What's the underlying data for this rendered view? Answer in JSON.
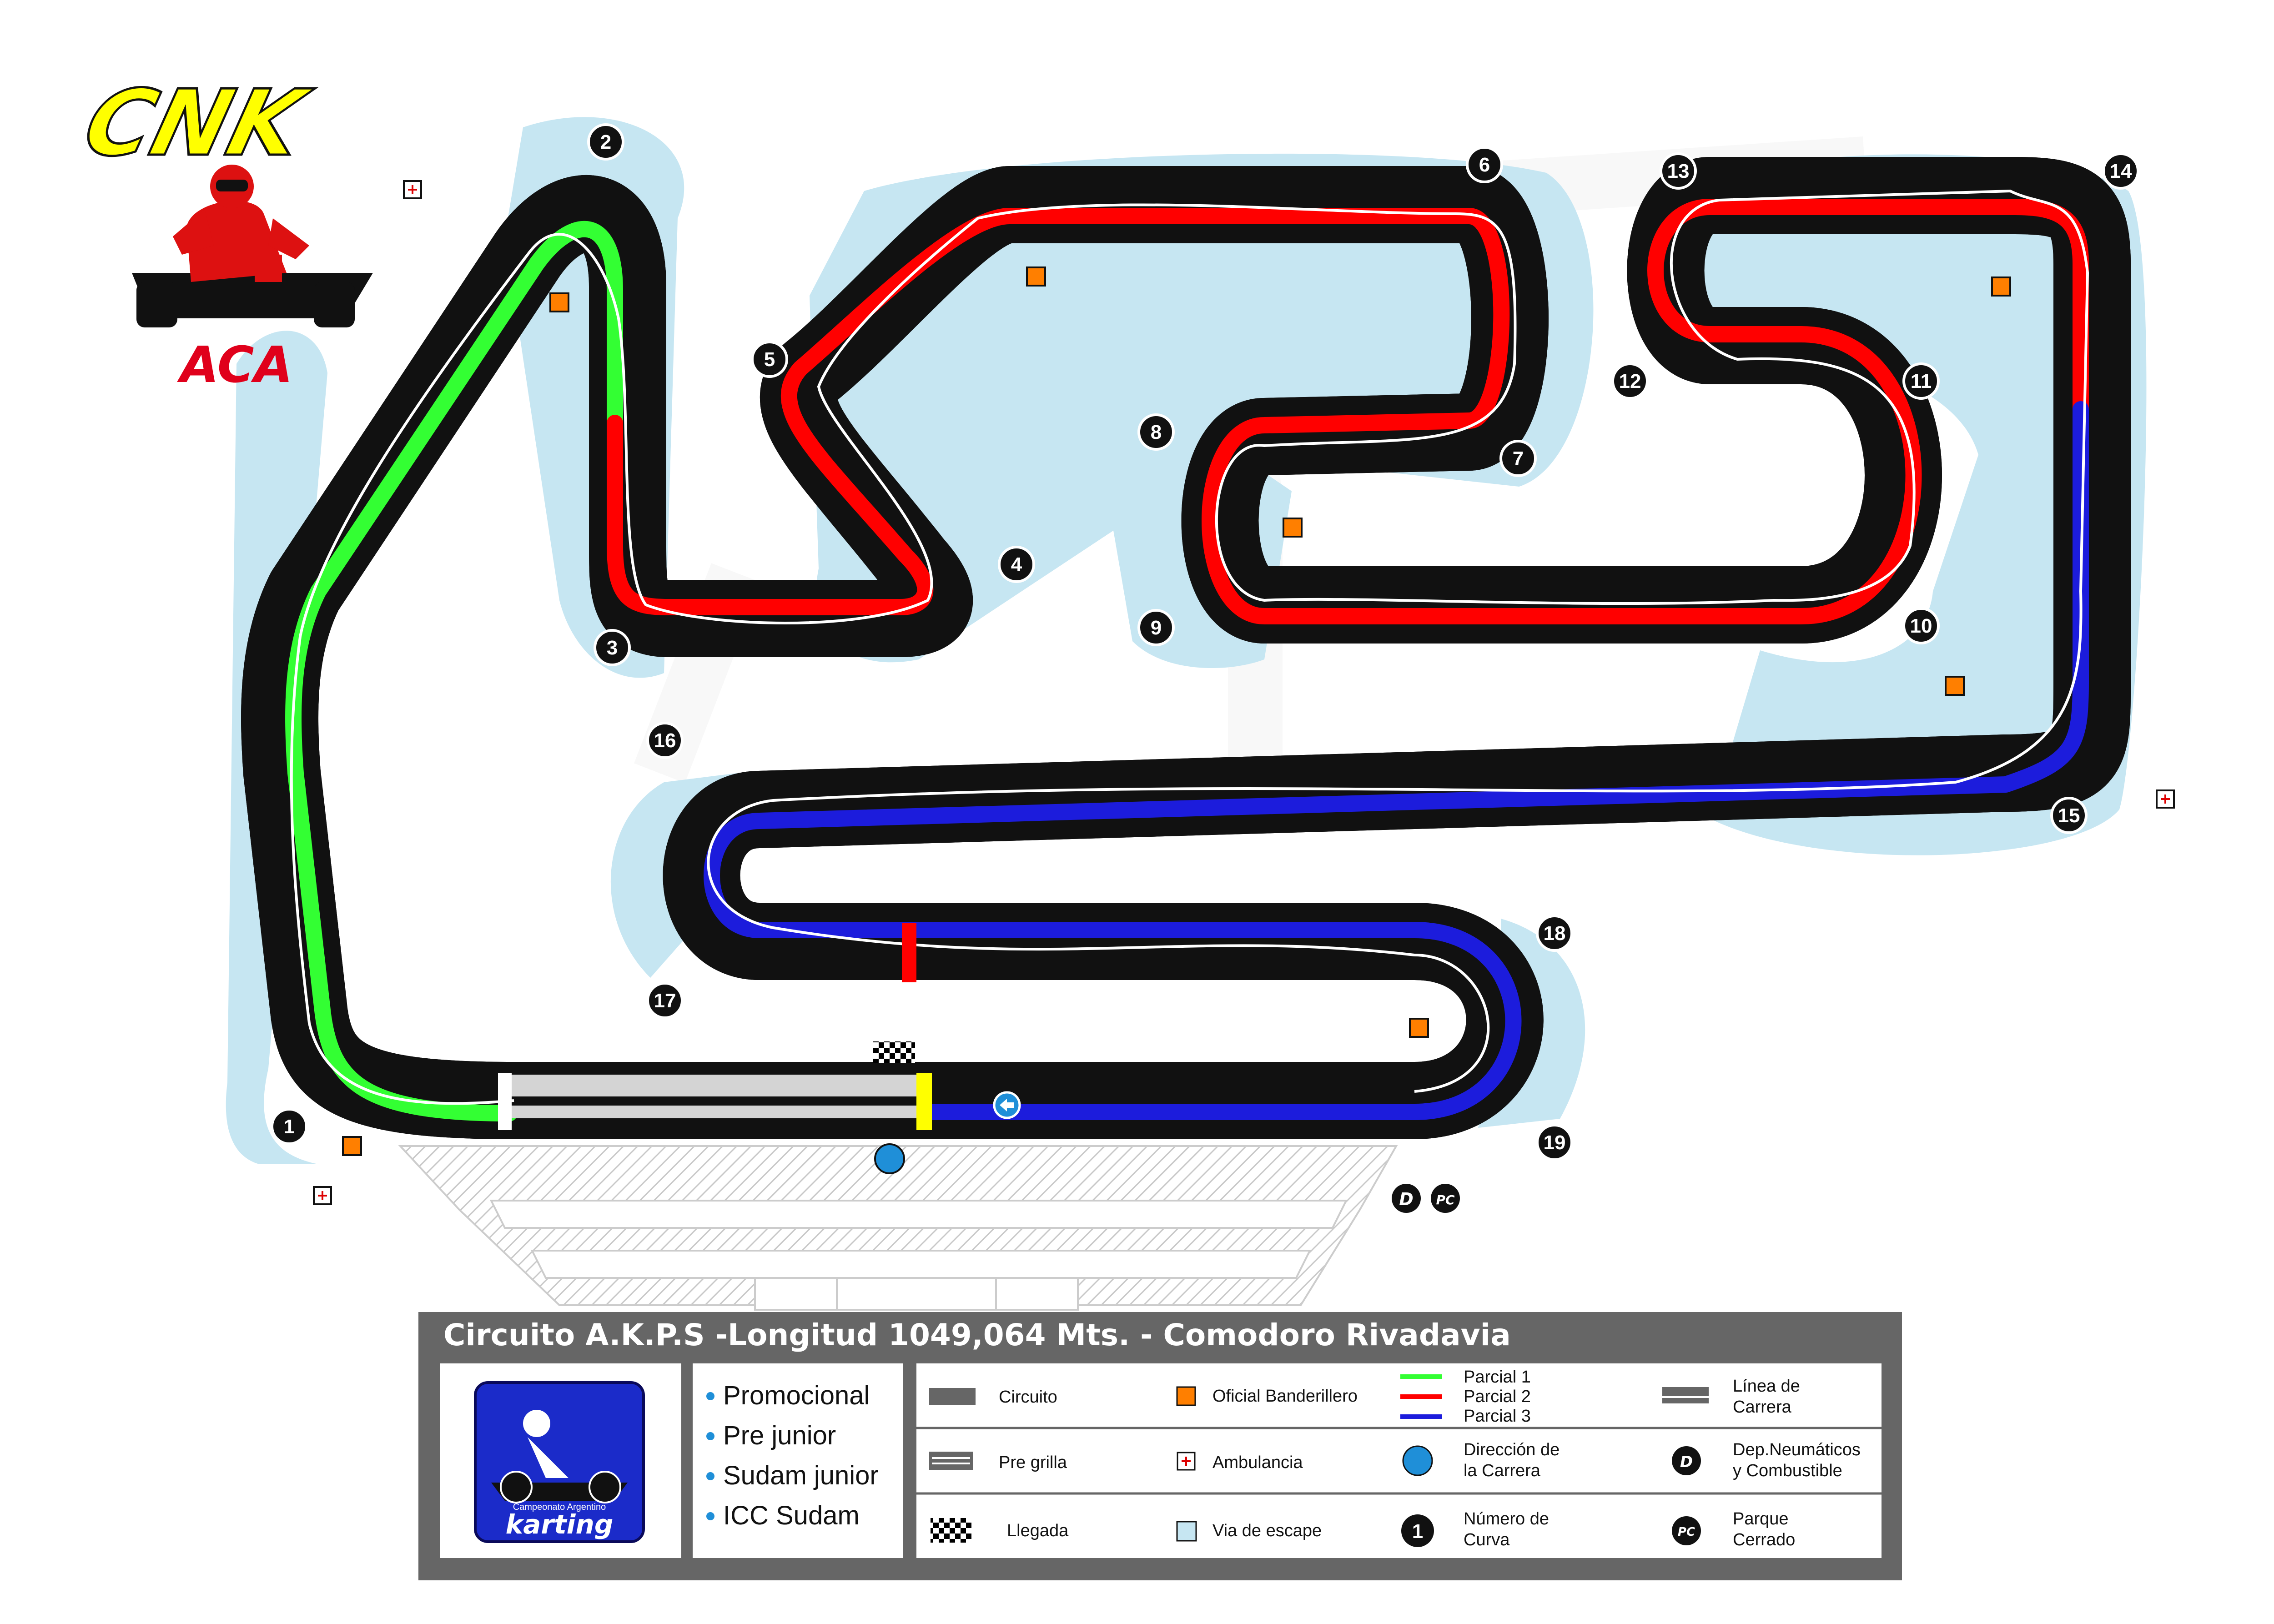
{
  "logo": {
    "brand": "CNK",
    "org": "ACA"
  },
  "circuit": {
    "title": "Circuito A.K.P.S -Longitud 1049,064 Mts. - Comodoro Rivadavia",
    "colors": {
      "track": "#b3b3b3",
      "track_edge": "#111111",
      "partial_1": "#33ff33",
      "partial_2": "#ff0000",
      "partial_3": "#1c1cdc",
      "runoff": "#c6e6f2",
      "flag_marshal": "#ff7f00",
      "finish": "#ffff00",
      "direction": "#1f8fd8"
    }
  },
  "corners": [
    "1",
    "2",
    "3",
    "4",
    "5",
    "6",
    "7",
    "8",
    "9",
    "10",
    "11",
    "12",
    "13",
    "14",
    "15",
    "16",
    "17",
    "18",
    "19"
  ],
  "pit_badges": {
    "d": "D",
    "pc": "PC"
  },
  "categories": {
    "title_a": "Campeonato Argentino",
    "title_b": "karting",
    "items": [
      "Promocional",
      "Pre junior",
      "Sudam junior",
      "ICC Sudam"
    ]
  },
  "legend": {
    "circuito": "Circuito",
    "oficial": "Oficial Banderillero",
    "parcial_1": "Parcial 1",
    "parcial_2": "Parcial 2",
    "parcial_3": "Parcial 3",
    "linea_1": "Línea de",
    "linea_2": "Carrera",
    "pre_grilla": "Pre grilla",
    "ambulancia": "Ambulancia",
    "direccion_1": "Dirección de",
    "direccion_2": "la Carrera",
    "dep_1": "Dep.Neumáticos",
    "dep_2": "y Combustible",
    "llegada": "Llegada",
    "via": "Via de escape",
    "numero_1": "Número de",
    "numero_2": "Curva",
    "parque_1": "Parque",
    "parque_2": "Cerrado"
  }
}
